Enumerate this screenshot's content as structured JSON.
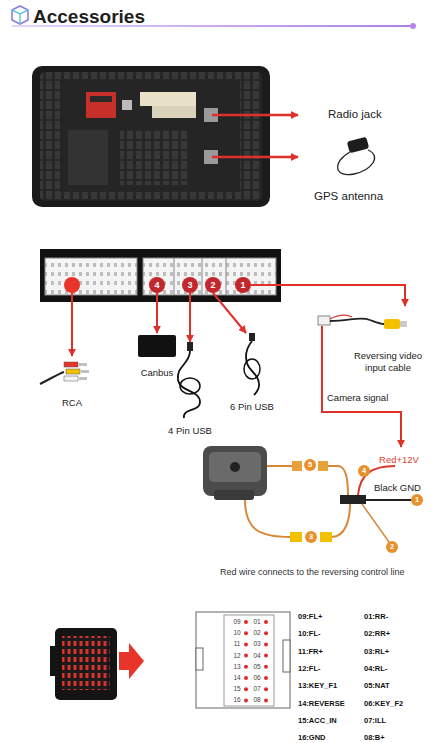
{
  "diagram": {
    "title": "Accessories",
    "nodes": [
      {
        "text": [
          "4"
        ]
      },
      {
        "text": [
          "3"
        ]
      },
      {
        "text": [
          "2"
        ]
      },
      {
        "text": [
          "1"
        ]
      },
      {
        "text": [
          "Canbus"
        ]
      },
      {
        "text": [
          "4 Pin USB"
        ]
      },
      {
        "text": [
          "6 Pin USB"
        ]
      },
      {
        "text": [
          "Reversing video input cable"
        ]
      },
      {
        "text": [
          "5"
        ]
      },
      {
        "text": [
          "4"
        ]
      },
      {
        "text": [
          "1"
        ]
      },
      {
        "text": [
          "3"
        ]
      },
      {
        "text": [
          "2"
        ]
      }
    ],
    "edges": [
      {
        "from": 0,
        "to": 4,
        "arrow": "to"
      },
      {
        "from": 1,
        "to": 5,
        "arrow": "to"
      },
      {
        "from": 2,
        "to": 6,
        "arrow": "to"
      },
      {
        "from": 3,
        "to": 7,
        "arrow": "to"
      }
    ],
    "labels": [
      "Radio jack",
      "GPS antenna",
      "RCA",
      "Camera signal",
      "Red+12V",
      "Black GND",
      "Red wire connects to the reversing control line",
      "09",
      "01",
      "10",
      "02",
      "11",
      "03",
      "12",
      "04",
      "13",
      "05",
      "14",
      "06",
      "15",
      "07",
      "16",
      "08",
      "09:FL+",
      "01:RR-",
      "10:FL-",
      "02:RR+",
      "11:FR+",
      "03:RL+",
      "12:FL-",
      "04:RL-",
      "13:KEY_F1",
      "05:NAT",
      "14:REVERSE",
      "06:KEY_F2",
      "15:ACC_IN",
      "07:ILL",
      "16:GND",
      "08:B+"
    ]
  }
}
